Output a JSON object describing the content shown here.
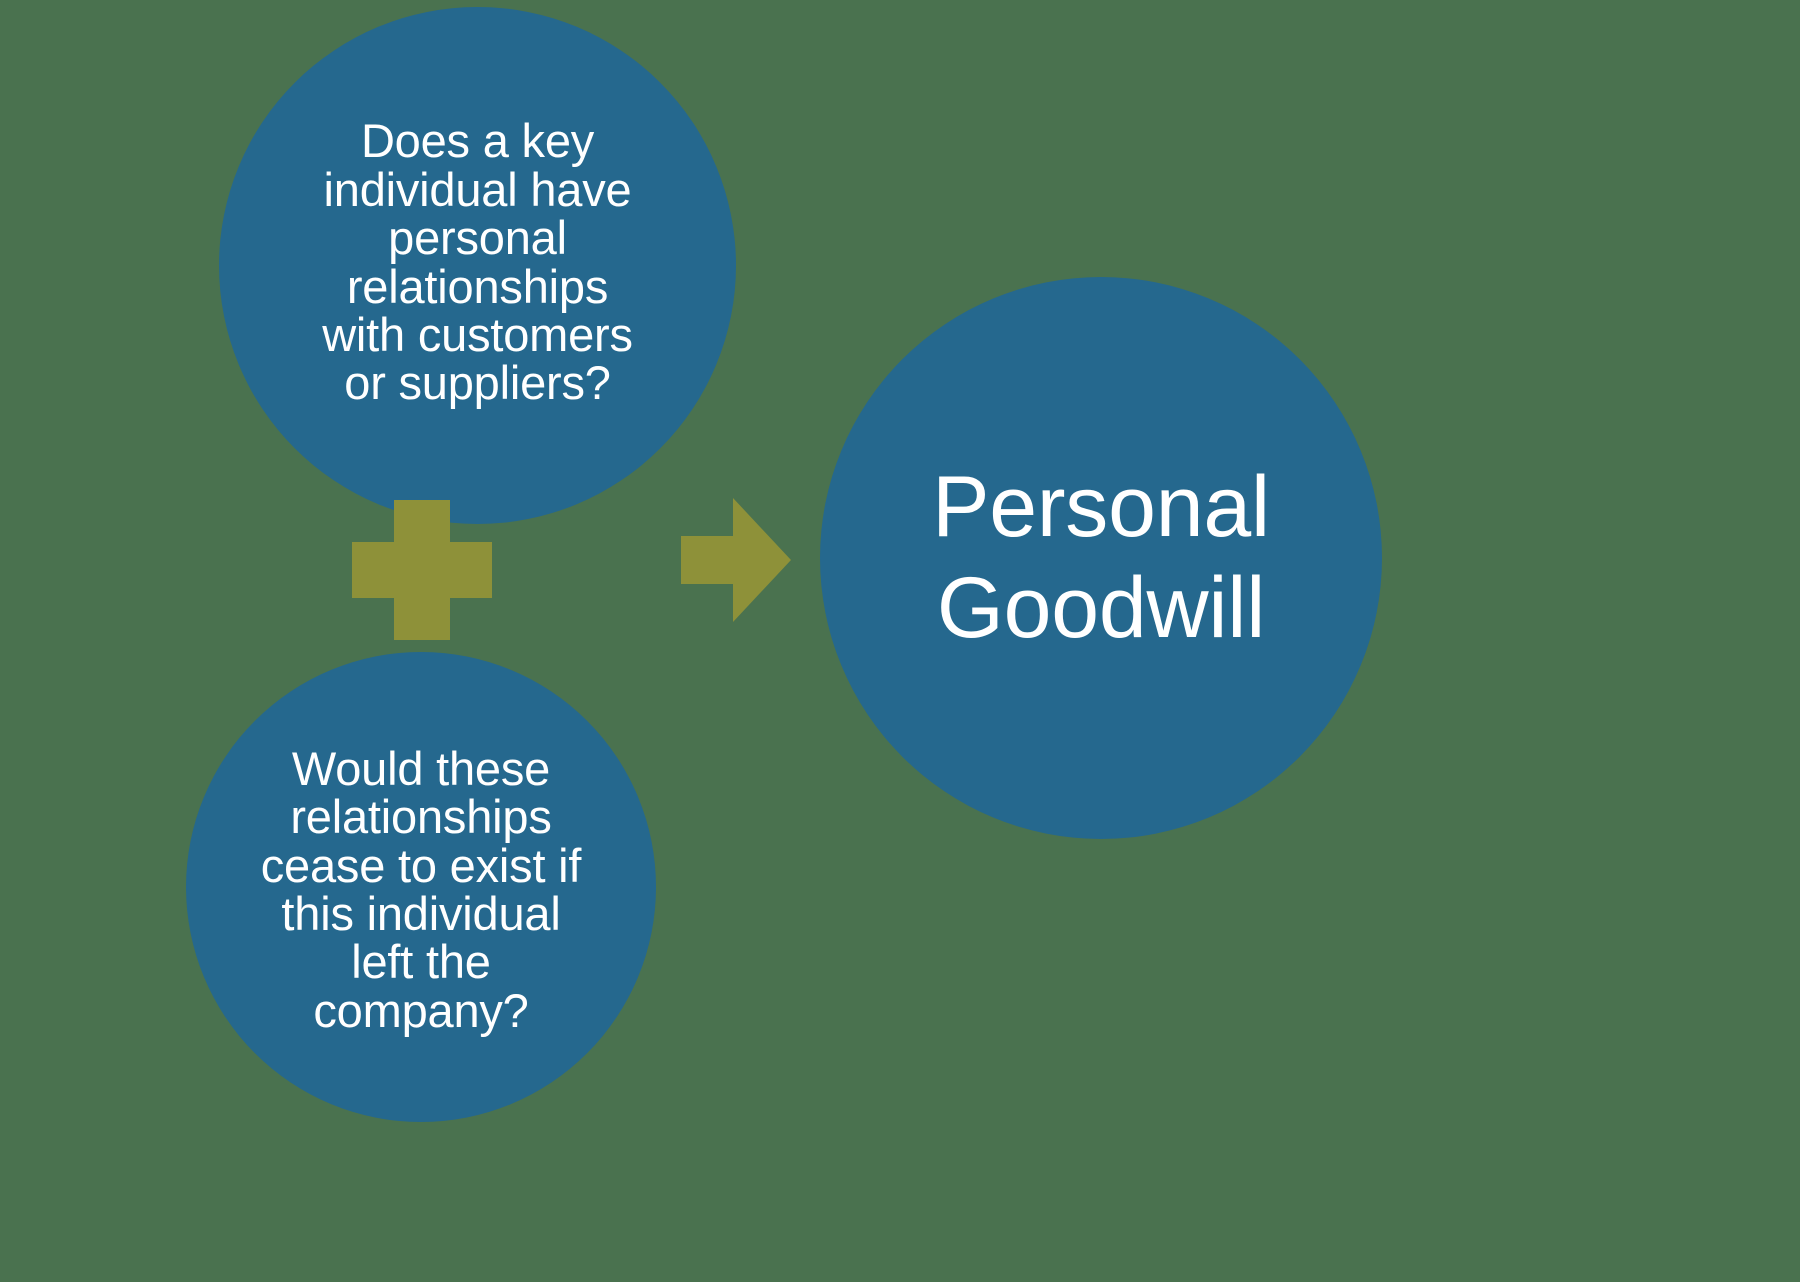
{
  "diagram": {
    "title": "Personal Goodwill determination flow",
    "background_color": "#4a724f",
    "node_color": "#25688e",
    "accent_color": "#8e9139",
    "text_color": "#ffffff",
    "nodes": [
      {
        "id": "question-top",
        "icon": "circle-shape",
        "text": "Does a key\nindividual have\npersonal\nrelationships\nwith customers\nor suppliers?"
      },
      {
        "id": "question-bottom",
        "icon": "circle-shape",
        "text": "Would these\nrelationships\ncease to exist if\nthis individual\nleft the\ncompany?"
      },
      {
        "id": "result",
        "icon": "circle-shape",
        "text": "Personal\nGoodwill"
      }
    ],
    "connectors": [
      {
        "id": "plus",
        "icon": "plus-icon",
        "symbol": "+",
        "color": "#8e9139"
      },
      {
        "id": "arrow",
        "icon": "arrow-right-icon",
        "symbol": "→",
        "color": "#8e9139"
      }
    ]
  }
}
